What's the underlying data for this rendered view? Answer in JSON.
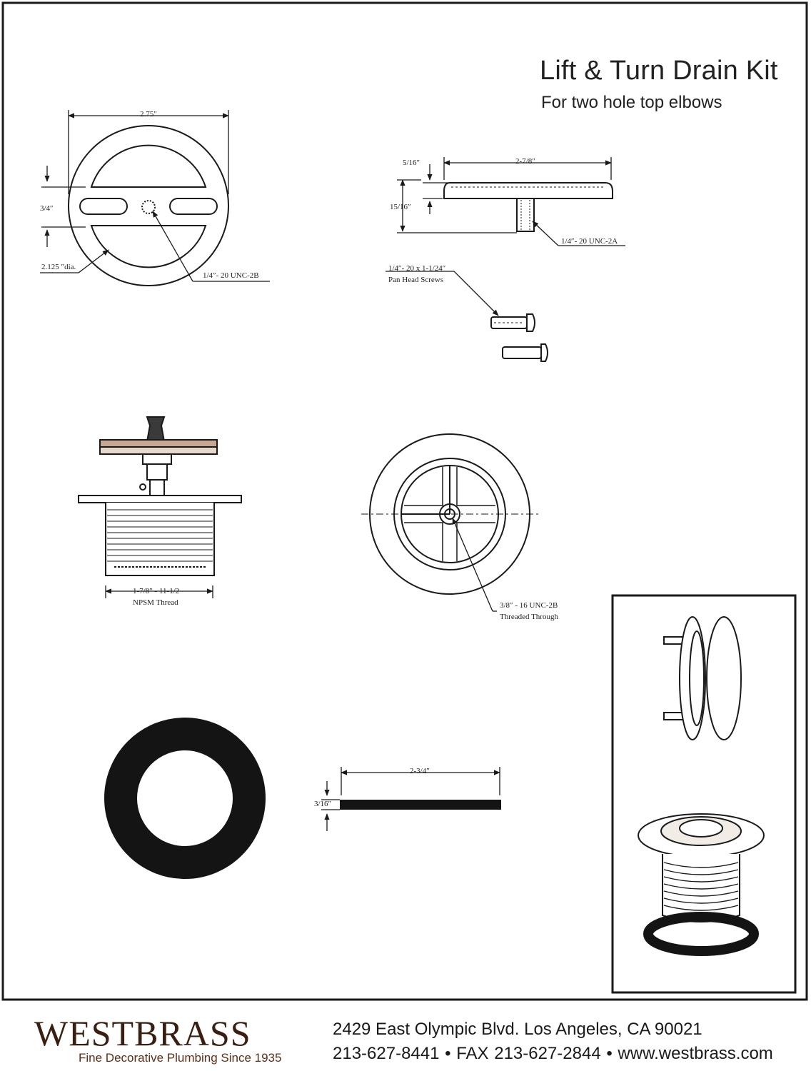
{
  "header": {
    "title": "Lift & Turn Drain Kit",
    "subtitle": "For two hole top elbows"
  },
  "dimensions": {
    "plate_width": "2.75″",
    "plate_slot_height": "3/4″",
    "plate_diameter": "2.125 ″dia.",
    "plate_thread": "1/4″- 20 UNC-2B",
    "knob_width": "2-7/8″",
    "knob_cap_height": "5/16″",
    "knob_total_height": "15/16″",
    "knob_thread": "1/4″- 20 UNC-2A",
    "screws_spec": "1/4″- 20 x 1-1/24″",
    "screws_name": "Pan Head Screws",
    "body_thread_size": "1-7/8″ - 11-1/2",
    "body_thread_type": "NPSM Thread",
    "cross_thread_size": "3/8″ - 16 UNC-2B",
    "cross_thread_type": "Threaded Through",
    "gasket_width": "2-3/4″",
    "gasket_thickness": "3/16″"
  },
  "footer": {
    "brand": "WESTBRASS",
    "tagline": "Fine Decorative Plumbing Since 1935",
    "address": "2429 East Olympic Blvd. Los Angeles, CA  90021",
    "contact": "213-627-8441 • FAX 213-627-2844 • www.westbrass.com"
  },
  "colors": {
    "line": "#1a1a1a",
    "brand": "#3a1e12",
    "tagline": "#5b2e1a"
  }
}
